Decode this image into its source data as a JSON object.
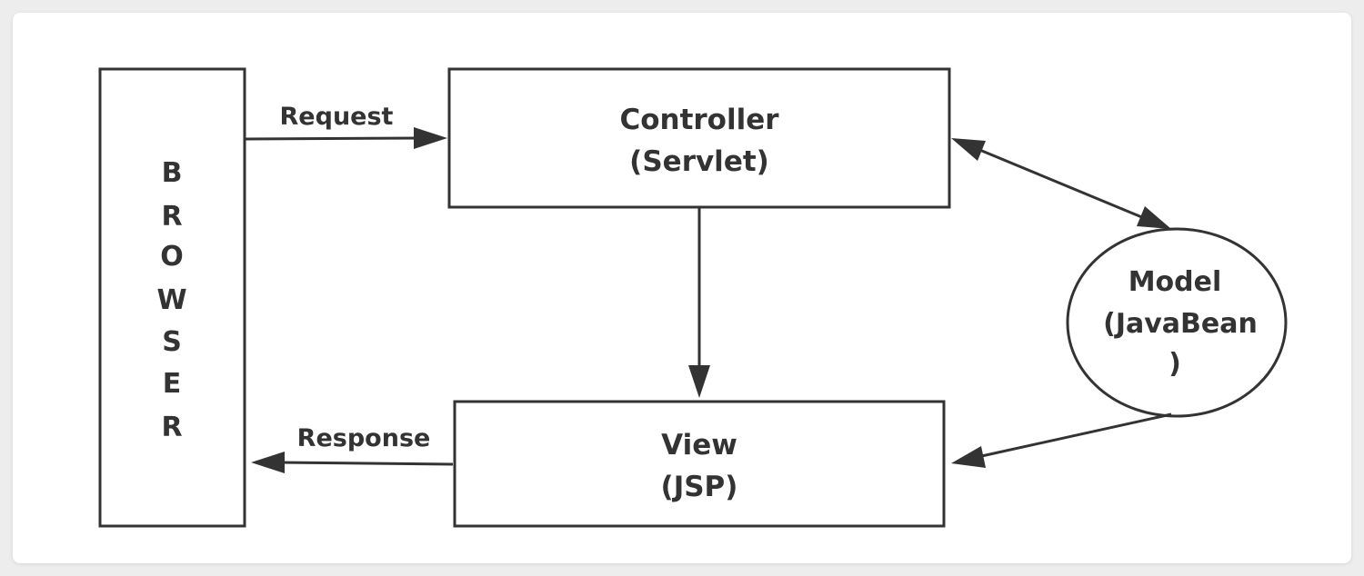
{
  "diagram": {
    "nodes": {
      "browser": {
        "letters": [
          "B",
          "R",
          "O",
          "W",
          "S",
          "E",
          "R"
        ]
      },
      "controller": {
        "line1": "Controller",
        "line2": "(Servlet)"
      },
      "view": {
        "line1": "View",
        "line2": "(JSP)"
      },
      "model": {
        "line1": "Model",
        "line2": "(JavaBean",
        "line3": ")"
      }
    },
    "edges": {
      "request_label": "Request",
      "response_label": "Response"
    },
    "colors": {
      "stroke": "#333333",
      "background": "#ffffff"
    }
  }
}
